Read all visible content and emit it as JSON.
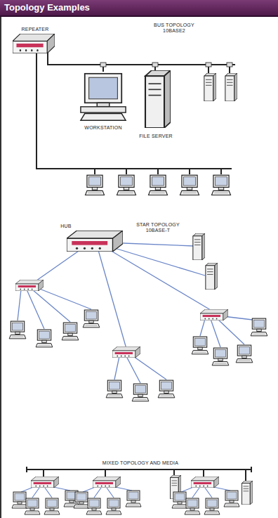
{
  "diagram": {
    "title": "Topology Examples",
    "labels": [
      "REPEATER",
      "BUS TOPOLOGY 10BASE2",
      "WORKSTATION",
      "FILE SERVER",
      "HUB",
      "STAR TOPOLOGY 10BASE-T",
      "MIXED TOPOLOGY AND MEDIA"
    ]
  }
}
